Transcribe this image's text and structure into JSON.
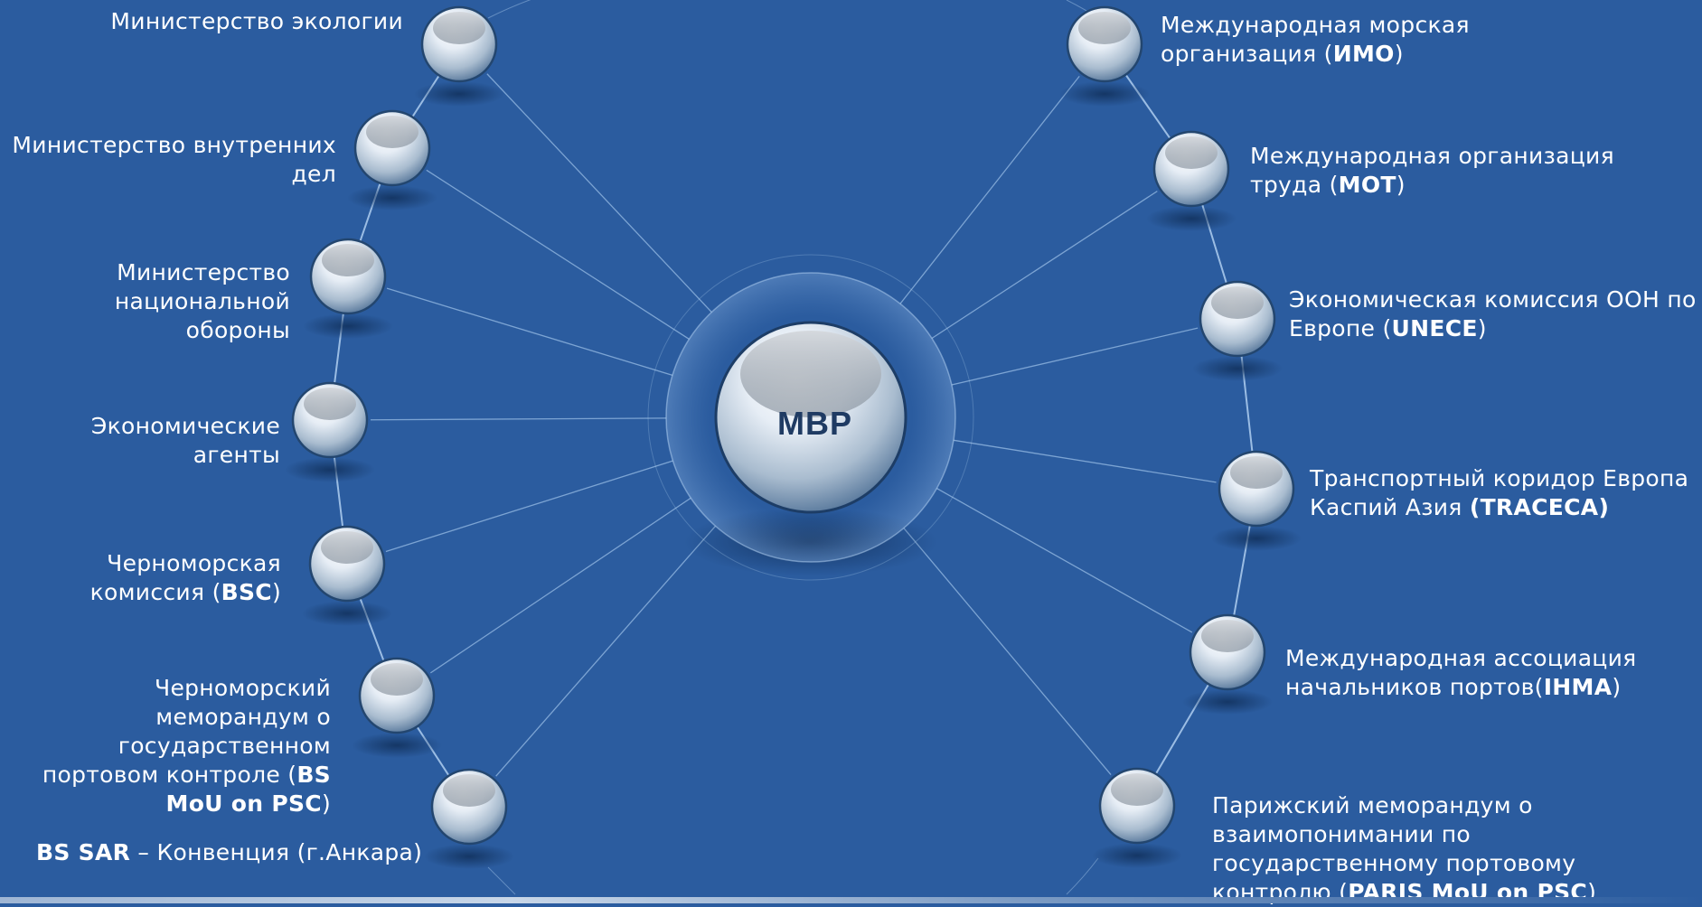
{
  "center": {
    "label": "МВР"
  },
  "left_nodes": [
    {
      "id": "ecology",
      "lines": [
        [
          {
            "t": "Министерство экологии"
          }
        ]
      ]
    },
    {
      "id": "interior",
      "lines": [
        [
          {
            "t": "Министерство внутренних"
          }
        ],
        [
          {
            "t": "дел"
          }
        ]
      ]
    },
    {
      "id": "defense",
      "lines": [
        [
          {
            "t": "Министерство"
          }
        ],
        [
          {
            "t": "национальной"
          }
        ],
        [
          {
            "t": "обороны"
          }
        ]
      ]
    },
    {
      "id": "econ-agents",
      "lines": [
        [
          {
            "t": "Экономические"
          }
        ],
        [
          {
            "t": "агенты"
          }
        ]
      ]
    },
    {
      "id": "bsc",
      "lines": [
        [
          {
            "t": "Черноморская"
          }
        ],
        [
          {
            "t": "комиссия ("
          },
          {
            "t": "BSC",
            "b": true
          },
          {
            "t": ")"
          }
        ]
      ]
    },
    {
      "id": "bs-mou",
      "lines": [
        [
          {
            "t": "Черноморский"
          }
        ],
        [
          {
            "t": "меморандум о"
          }
        ],
        [
          {
            "t": "государственном"
          }
        ],
        [
          {
            "t": "портовом контроле ("
          },
          {
            "t": "BS",
            "b": true
          }
        ],
        [
          {
            "t": "MoU on PSC",
            "b": true
          },
          {
            "t": ")"
          }
        ]
      ]
    },
    {
      "id": "bs-sar",
      "lines": [
        [
          {
            "t": "BS SAR",
            "b": true
          },
          {
            "t": " – Конвенция (г.Анкара)"
          }
        ]
      ]
    }
  ],
  "right_nodes": [
    {
      "id": "imo",
      "lines": [
        [
          {
            "t": "Международная морская"
          }
        ],
        [
          {
            "t": "организация ("
          },
          {
            "t": "ИМО",
            "b": true
          },
          {
            "t": ")"
          }
        ]
      ]
    },
    {
      "id": "ilo",
      "lines": [
        [
          {
            "t": "Международная организация"
          }
        ],
        [
          {
            "t": "труда ("
          },
          {
            "t": "МОТ",
            "b": true
          },
          {
            "t": ")"
          }
        ]
      ]
    },
    {
      "id": "unece",
      "lines": [
        [
          {
            "t": "Экономическая комиссия ООН по"
          }
        ],
        [
          {
            "t": "Европе ("
          },
          {
            "t": "UNECE",
            "b": true
          },
          {
            "t": ")"
          }
        ]
      ]
    },
    {
      "id": "traceca",
      "lines": [
        [
          {
            "t": "Транспортный коридор Европа"
          }
        ],
        [
          {
            "t": "Каспий Азия "
          },
          {
            "t": "(TRACECA)",
            "b": true
          }
        ]
      ]
    },
    {
      "id": "ihma",
      "lines": [
        [
          {
            "t": "Международная ассоциация"
          }
        ],
        [
          {
            "t": "начальников портов("
          },
          {
            "t": "IHMA",
            "b": true
          },
          {
            "t": ")"
          }
        ]
      ]
    },
    {
      "id": "paris-mou",
      "lines": [
        [
          {
            "t": "Парижский меморандум о"
          }
        ],
        [
          {
            "t": "взаимопонимании по"
          }
        ],
        [
          {
            "t": "государственному портовому"
          }
        ],
        [
          {
            "t": "контролю ("
          },
          {
            "t": "PARIS MoU on PSC",
            "b": true
          },
          {
            "t": ")"
          }
        ]
      ]
    }
  ],
  "colors": {
    "background": "#2b5c9f",
    "lines": "#9fc3ea",
    "arc": "#b8d6f5",
    "sphere_light": "#ffffff",
    "sphere_dark": "#5e7fa3",
    "center_text": "#1f3b63"
  }
}
